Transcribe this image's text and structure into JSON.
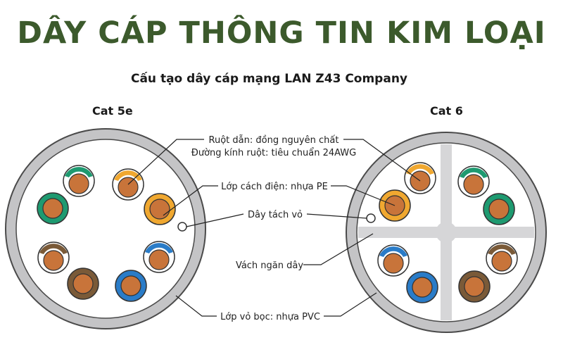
{
  "title": "DÂY CÁP THÔNG TIN KIM LOẠI",
  "subtitle": "Cấu tạo dây cáp mạng LAN Z43 Company",
  "cables": {
    "cat5e": "Cat 5e",
    "cat6": "Cat 6"
  },
  "labels": {
    "conductor_line1": "Ruột dẫn: đồng nguyên chất",
    "conductor_line2": "Đường kính ruột: tiêu chuẩn 24AWG",
    "insulation": "Lớp cách điện: nhựa PE",
    "ripcord": "Dây tách vỏ",
    "separator": "Vách ngăn dây",
    "jacket": "Lớp vỏ bọc: nhựa PVC"
  },
  "colors": {
    "title": "#3c5a2c",
    "jacket": "#c4c4c6",
    "copper": "#c8743a",
    "orange": "#f0a830",
    "green": "#1e9a70",
    "blue": "#2a7cc8",
    "brown": "#7a5a38"
  }
}
